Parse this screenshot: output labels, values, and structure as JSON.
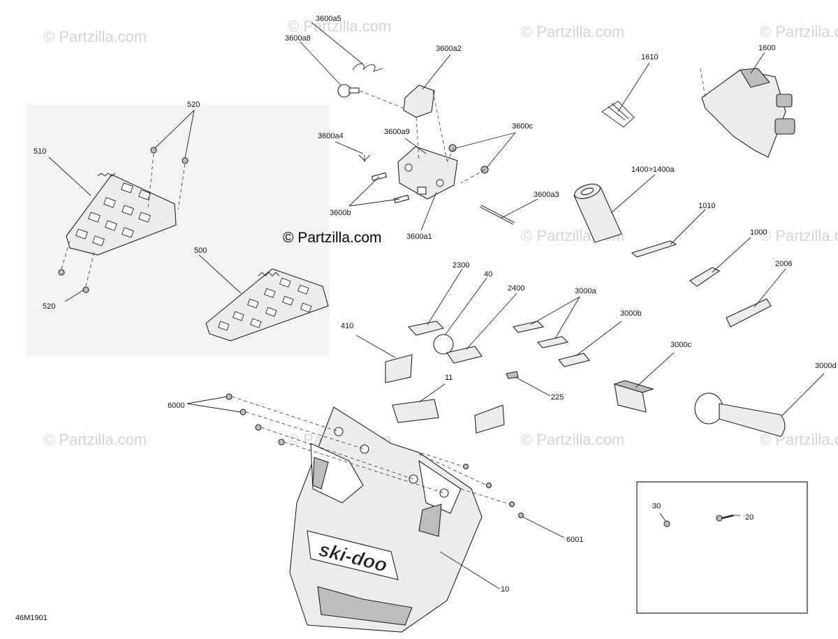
{
  "watermark": {
    "text": "© Partzilla.com",
    "main_text": "© Partzilla.com"
  },
  "drawing_code": "46M1901",
  "callouts": {
    "c3600a5": "3600a5",
    "c3600a8": "3600a8",
    "c3600a2": "3600a2",
    "c1610": "1610",
    "c1600": "1600",
    "c520_top": "520",
    "c510": "510",
    "c3600a4": "3600a4",
    "c3600a9": "3600a9",
    "c3600c": "3600c",
    "c1400": "1400>1400a",
    "c3600b": "3600b",
    "c3600a3": "3600a3",
    "c3600a1": "3600a1",
    "c1010": "1010",
    "c500": "500",
    "c1000": "1000",
    "c2300": "2300",
    "c40": "40",
    "c2400": "2400",
    "c3000a": "3000a",
    "c2006": "2006",
    "c520_bottom": "520",
    "c410": "410",
    "c3000b": "3000b",
    "c3000c": "3000c",
    "c11": "11",
    "c225": "225",
    "c3000d": "3000d",
    "c6000": "6000",
    "c30": "30",
    "c20": "20",
    "c6001": "6001",
    "c10": "10"
  }
}
